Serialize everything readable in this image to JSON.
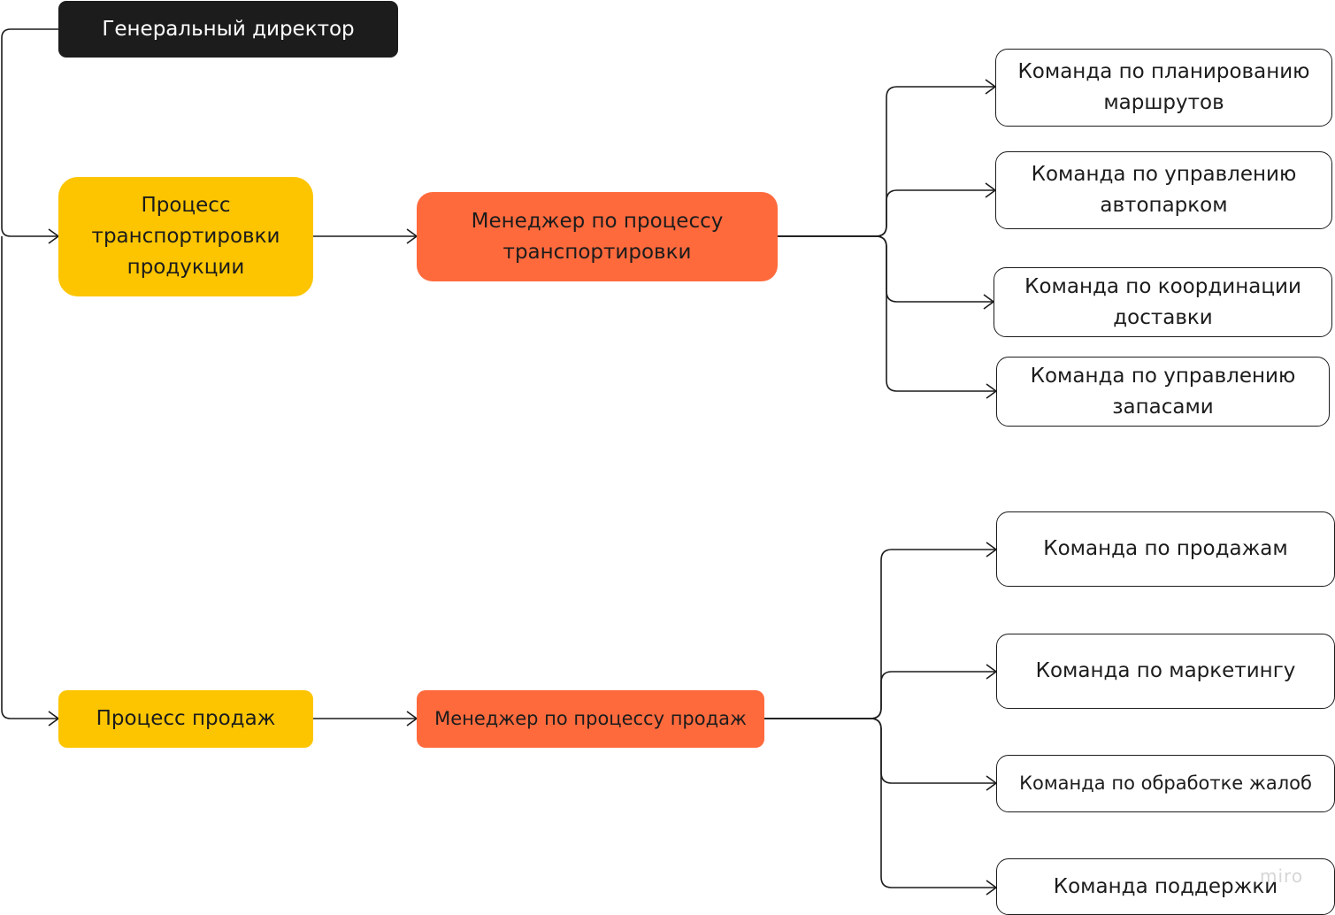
{
  "ceo": {
    "label": "Генеральный директор"
  },
  "transport": {
    "process": "Процесс транспортировки продукции",
    "manager": "Менеджер по процессу транспортировки",
    "teams": [
      "Команда по планированию маршрутов",
      "Команда по управлению автопарком",
      "Команда по координации доставки",
      "Команда по управлению запасами"
    ]
  },
  "sales": {
    "process": "Процесс продаж",
    "manager": "Менеджер по процессу продаж",
    "teams": [
      "Команда по продажам",
      "Команда по маркетингу",
      "Команда по обработке жалоб",
      "Команда поддержки"
    ]
  },
  "watermark": "miro",
  "colors": {
    "ceo": "#1c1c1c",
    "process": "#fcc500",
    "manager": "#ff6a3d",
    "team_border": "#1c1c1c",
    "connector": "#1c1c1c"
  }
}
